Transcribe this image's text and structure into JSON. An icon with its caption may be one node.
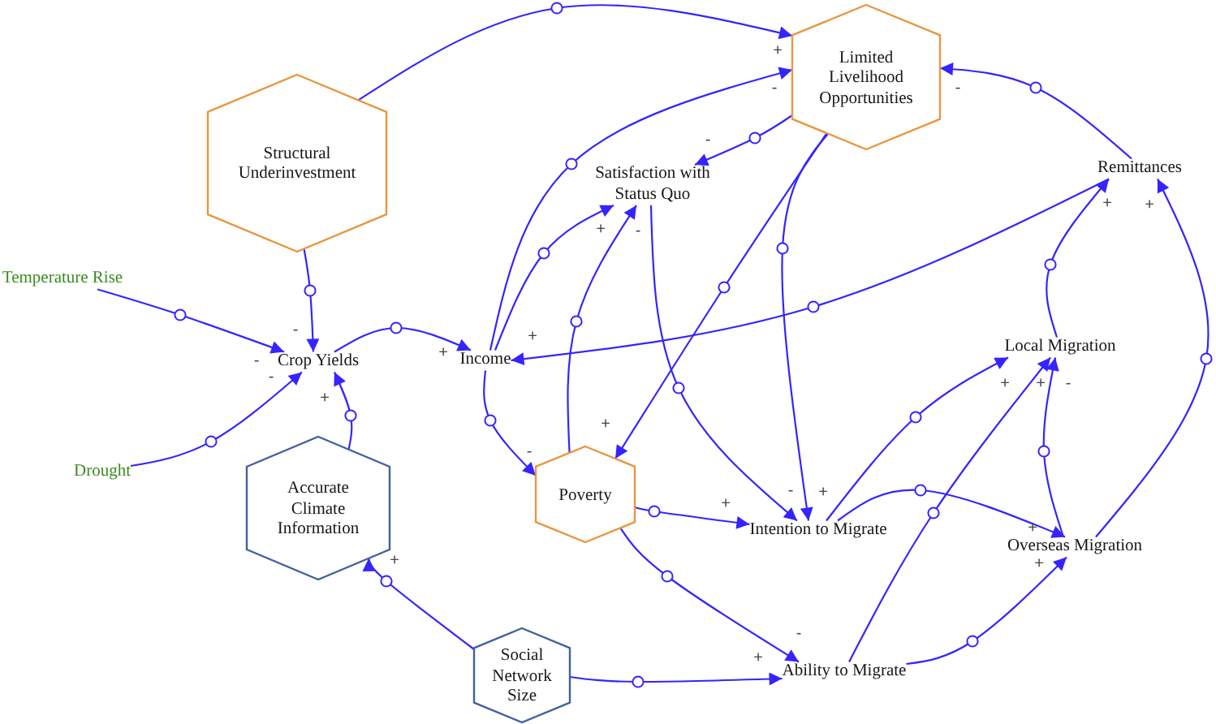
{
  "diagram": {
    "nodes": [
      {
        "text": [
          "Structural Underinvestment"
        ]
      },
      {
        "text": [
          "Limited Livelihood Opportunities"
        ]
      },
      {
        "text": [
          "Satisfaction with Status Quo"
        ]
      },
      {
        "text": [
          "Remittances"
        ]
      },
      {
        "text": [
          "Temperature Rise"
        ]
      },
      {
        "text": [
          "Crop Yields"
        ]
      },
      {
        "text": [
          "Income"
        ]
      },
      {
        "text": [
          "Local Migration"
        ]
      },
      {
        "text": [
          "Drought"
        ]
      },
      {
        "text": [
          "Accurate Climate Information"
        ]
      },
      {
        "text": [
          "Poverty"
        ]
      },
      {
        "text": [
          "Intention to Migrate"
        ]
      },
      {
        "text": [
          "Overseas Migration"
        ]
      },
      {
        "text": [
          "Social Network Size"
        ]
      },
      {
        "text": [
          "Ability to Migrate"
        ]
      }
    ],
    "edges": [
      {
        "from": 0,
        "to": 1,
        "arrow": "to",
        "label": "+"
      },
      {
        "from": 0,
        "to": 5,
        "arrow": "to",
        "label": "-"
      },
      {
        "from": 4,
        "to": 5,
        "arrow": "to",
        "label": "-"
      },
      {
        "from": 8,
        "to": 5,
        "arrow": "to",
        "label": "-"
      },
      {
        "from": 9,
        "to": 5,
        "arrow": "to",
        "label": "+"
      },
      {
        "from": 5,
        "to": 6,
        "arrow": "to",
        "label": "+"
      },
      {
        "from": 6,
        "to": 1,
        "arrow": "to",
        "label": "-"
      },
      {
        "from": 6,
        "to": 2,
        "arrow": "to",
        "label": "+"
      },
      {
        "from": 6,
        "to": 10,
        "arrow": "to",
        "label": "-"
      },
      {
        "from": 10,
        "to": 2,
        "arrow": "to",
        "label": "-"
      },
      {
        "from": 1,
        "to": 2,
        "arrow": "to",
        "label": "-"
      },
      {
        "from": 1,
        "to": 10,
        "arrow": "to",
        "label": "+"
      },
      {
        "from": 1,
        "to": 11,
        "arrow": "to",
        "label": "+"
      },
      {
        "from": 2,
        "to": 11,
        "arrow": "to",
        "label": "-"
      },
      {
        "from": 3,
        "to": 1,
        "arrow": "to",
        "label": "-"
      },
      {
        "from": 3,
        "to": 6,
        "arrow": "to",
        "label": "+"
      },
      {
        "from": 7,
        "to": 3,
        "arrow": "to",
        "label": "+"
      },
      {
        "from": 12,
        "to": 3,
        "arrow": "to",
        "label": "+"
      },
      {
        "from": 12,
        "to": 7,
        "arrow": "to",
        "label": "-"
      },
      {
        "from": 10,
        "to": 11,
        "arrow": "to",
        "label": "+"
      },
      {
        "from": 10,
        "to": 14,
        "arrow": "to",
        "label": "-"
      },
      {
        "from": 11,
        "to": 7,
        "arrow": "to",
        "label": "+"
      },
      {
        "from": 11,
        "to": 12,
        "arrow": "to",
        "label": "+"
      },
      {
        "from": 13,
        "to": 9,
        "arrow": "to",
        "label": "+"
      },
      {
        "from": 13,
        "to": 14,
        "arrow": "to",
        "label": "+"
      },
      {
        "from": 14,
        "to": 7,
        "arrow": "to",
        "label": "+"
      },
      {
        "from": 14,
        "to": 12,
        "arrow": "to",
        "label": "+"
      }
    ]
  }
}
